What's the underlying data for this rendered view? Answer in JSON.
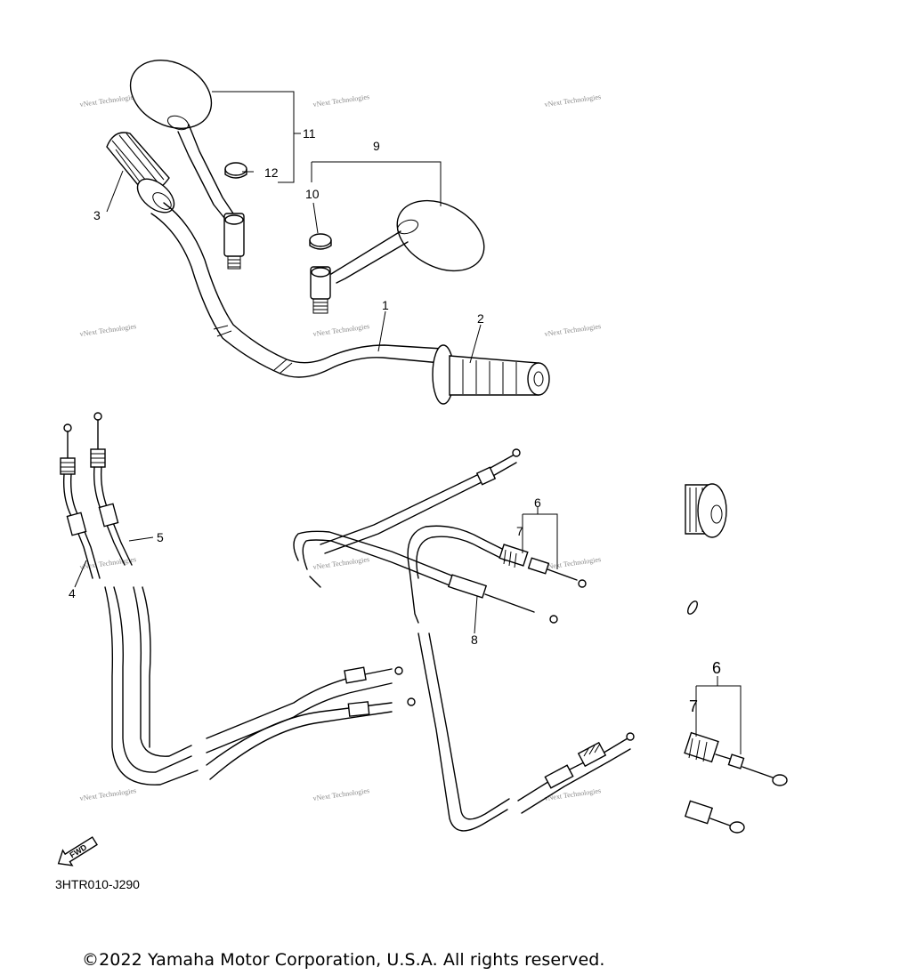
{
  "watermark": "vNext Technologies",
  "callouts": {
    "c1": "1",
    "c2": "2",
    "c3": "3",
    "c4": "4",
    "c5": "5",
    "c6": "6",
    "c7": "7",
    "c8": "8",
    "c9": "9",
    "c10": "10",
    "c11": "11",
    "c12": "12",
    "c6_detail": "6",
    "c7_detail": "7"
  },
  "fwd_label": "FWD",
  "part_code": "3HTR010-J290",
  "copyright": "©2022 Yamaha Motor Corporation, U.S.A. All rights reserved."
}
